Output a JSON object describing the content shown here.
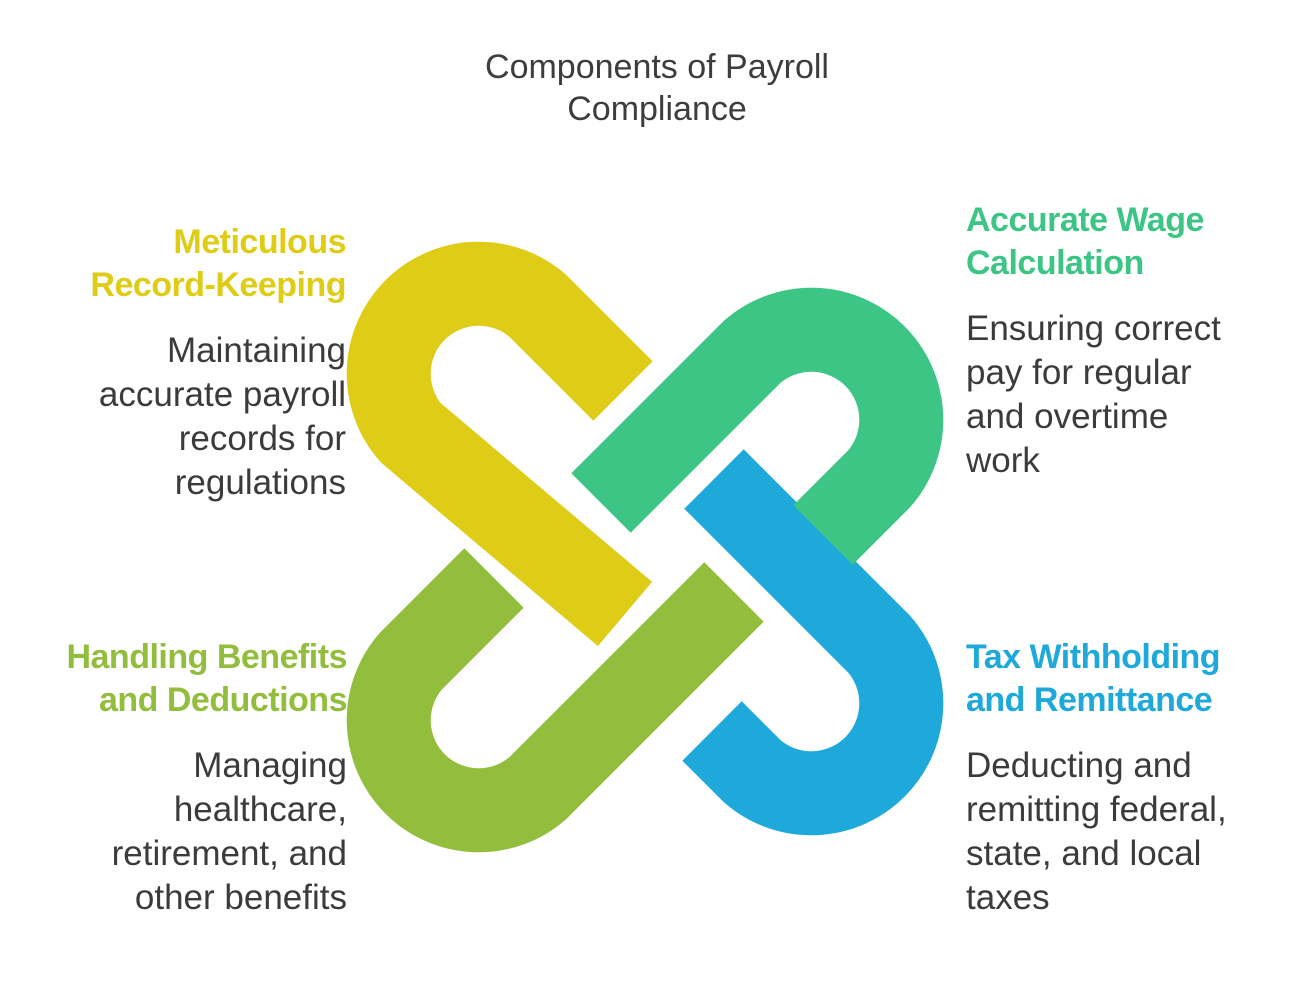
{
  "title": [
    "Components of Payroll",
    "Compliance"
  ],
  "colors": {
    "yellow": "#DECC16",
    "green": "#3CC585",
    "lime": "#93BD3C",
    "blue": "#1FA9DA",
    "text": "#3b3b3b"
  },
  "items": [
    {
      "heading": [
        "Meticulous",
        "Record-Keeping"
      ],
      "description": [
        "Maintaining",
        "accurate payroll",
        "records for",
        "regulations"
      ],
      "color": "#DECC16"
    },
    {
      "heading": [
        "Accurate Wage",
        "Calculation"
      ],
      "description": [
        "Ensuring correct",
        "pay for regular",
        "and overtime",
        "work"
      ],
      "color": "#3CC585"
    },
    {
      "heading": [
        "Handling Benefits",
        "and Deductions"
      ],
      "description": [
        "Managing",
        "healthcare,",
        "retirement, and",
        "other benefits"
      ],
      "color": "#93BD3C"
    },
    {
      "heading": [
        "Tax Withholding",
        "and Remittance"
      ],
      "description": [
        "Deducting and",
        "remitting federal,",
        "state, and local",
        "taxes"
      ],
      "color": "#1FA9DA"
    }
  ]
}
